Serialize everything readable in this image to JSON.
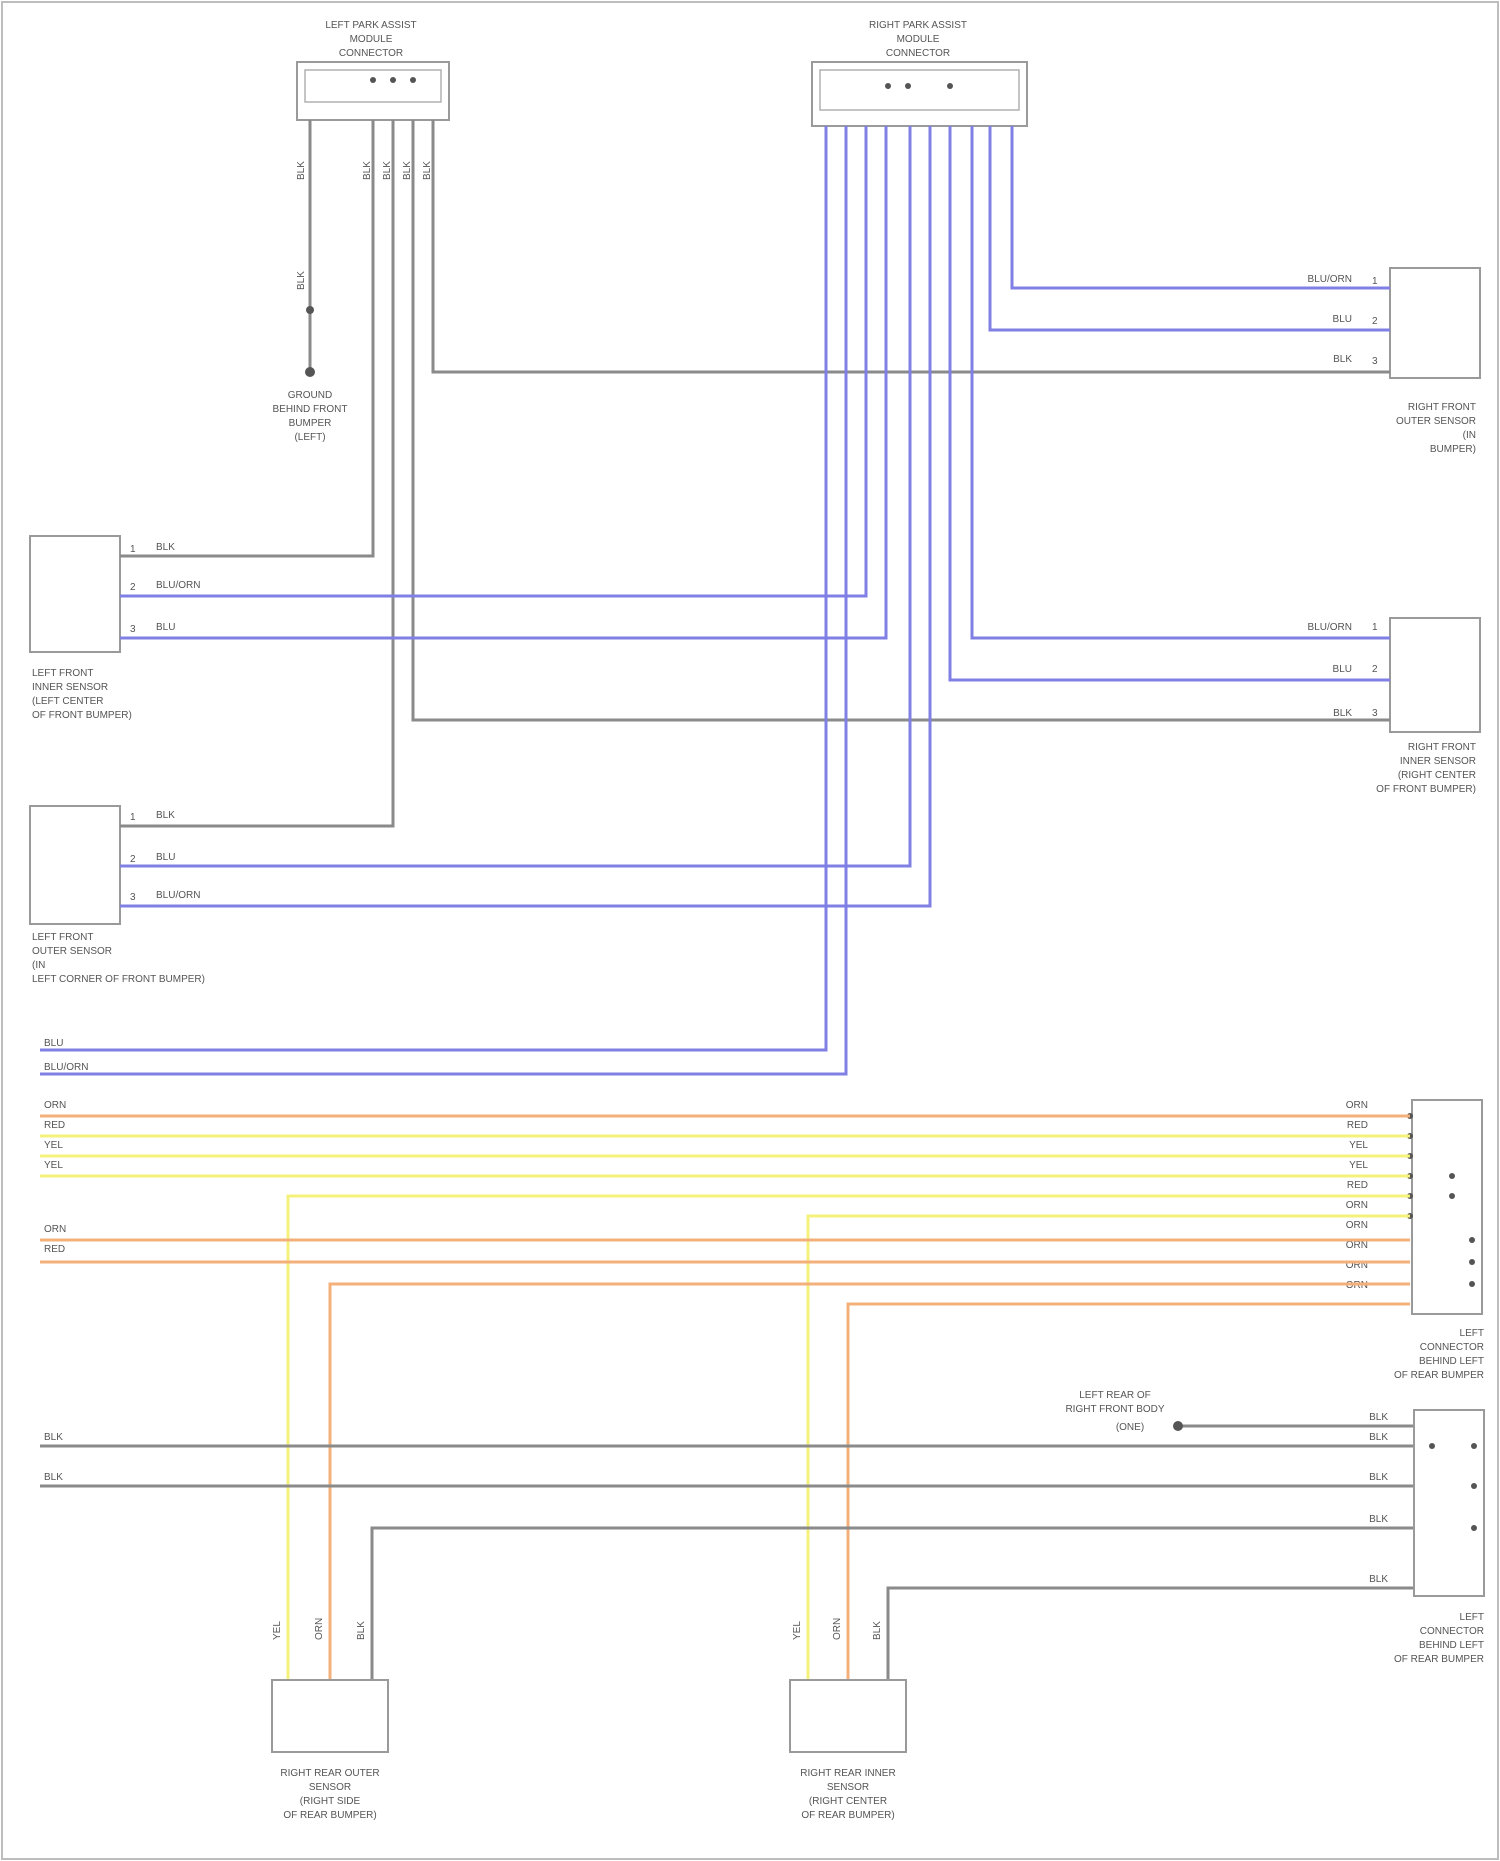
{
  "diagram": {
    "footer": "",
    "components": {
      "left_park_assist_module": {
        "title": [
          "LEFT PARK ASSIST",
          "MODULE",
          "CONNECTOR"
        ]
      },
      "right_park_assist_module": {
        "title": [
          "RIGHT PARK ASSIST",
          "MODULE",
          "CONNECTOR"
        ]
      },
      "ground_point": {
        "title": [
          "GROUND",
          "BEHIND FRONT",
          "BUMPER",
          "(LEFT)"
        ]
      },
      "right_front_outer_sensor": {
        "title": [
          "RIGHT FRONT",
          "OUTER SENSOR",
          "(IN",
          "BUMPER)"
        ]
      },
      "left_front_inner_sensor": {
        "title": [
          "LEFT FRONT",
          "INNER SENSOR",
          "(LEFT CENTER",
          "OF FRONT BUMPER)"
        ]
      },
      "right_front_inner_sensor": {
        "title": [
          "RIGHT FRONT",
          "INNER SENSOR",
          "(RIGHT CENTER",
          "OF FRONT BUMPER)"
        ]
      },
      "left_front_outer_sensor": {
        "title": [
          "LEFT FRONT",
          "OUTER SENSOR",
          "(IN",
          "LEFT CORNER OF FRONT BUMPER)"
        ]
      },
      "left_connector_upper": {
        "title": [
          "LEFT",
          "CONNECTOR",
          "BEHIND LEFT",
          "OF REAR BUMPER"
        ]
      },
      "left_connector_lower": {
        "title": [
          "LEFT",
          "CONNECTOR",
          "BEHIND LEFT",
          "OF REAR BUMPER"
        ]
      },
      "right_rear_outer_sensor": {
        "title": [
          "RIGHT REAR OUTER",
          "SENSOR",
          "(RIGHT SIDE",
          "OF REAR BUMPER)"
        ]
      },
      "right_rear_inner_sensor": {
        "title": [
          "RIGHT REAR INNER",
          "SENSOR",
          "(RIGHT CENTER",
          "OF REAR BUMPER)"
        ]
      },
      "left_rear_module_ref": {
        "title": [
          "LEFT REAR PARK",
          "ASSIST MODULE",
          "CONNECTOR"
        ]
      }
    },
    "pins": {
      "s1": [
        "1",
        "2",
        "3"
      ],
      "s2": [
        "1",
        "2",
        "3"
      ],
      "s3": [
        "1",
        "2",
        "3"
      ],
      "s4": [
        "1",
        "2",
        "3"
      ]
    },
    "wire_colors": {
      "gray": "#8a8a8a",
      "blue": "#7f7fe6",
      "orange": "#f3b07a",
      "yellow": "#f4f27a"
    },
    "wire_labels": {
      "rs1": [
        "BLU/ORN",
        "BLU",
        "BLK"
      ],
      "rs2": [
        "BLU/ORN",
        "BLU",
        "BLK"
      ],
      "ls1": [
        "BLK",
        "BLU/ORN",
        "BLU"
      ],
      "ls2": [
        "BLK",
        "BLU",
        "BLU/ORN"
      ],
      "left_block1": [
        "BLU",
        "BLU/ORN"
      ],
      "left_block2": [
        "ORN",
        "RED",
        "YEL",
        "YEL"
      ],
      "left_block3": [
        "ORN",
        "RED"
      ],
      "left_block4": [
        "BLK",
        "BLK"
      ],
      "conn_upper": [
        "ORN",
        "RED",
        "YEL",
        "YEL",
        "RED",
        "ORN",
        "ORN",
        "ORN",
        "ORN",
        "ORN"
      ],
      "conn_lower": [
        "BLK",
        "BLK",
        "BLK",
        "BLK",
        "BLK"
      ],
      "ground_ref": [
        "LEFT REAR OF",
        "RIGHT FRONT BODY",
        "(ONE)"
      ],
      "rear_outer": [
        "YEL",
        "ORN",
        "BLK"
      ],
      "rear_inner": [
        "YEL",
        "ORN",
        "BLK"
      ],
      "vertical_module1": [
        "BLK",
        "BLK"
      ],
      "vertical_module_bus": [
        "BLK",
        "BLK",
        "BLK",
        "BLK"
      ]
    }
  }
}
